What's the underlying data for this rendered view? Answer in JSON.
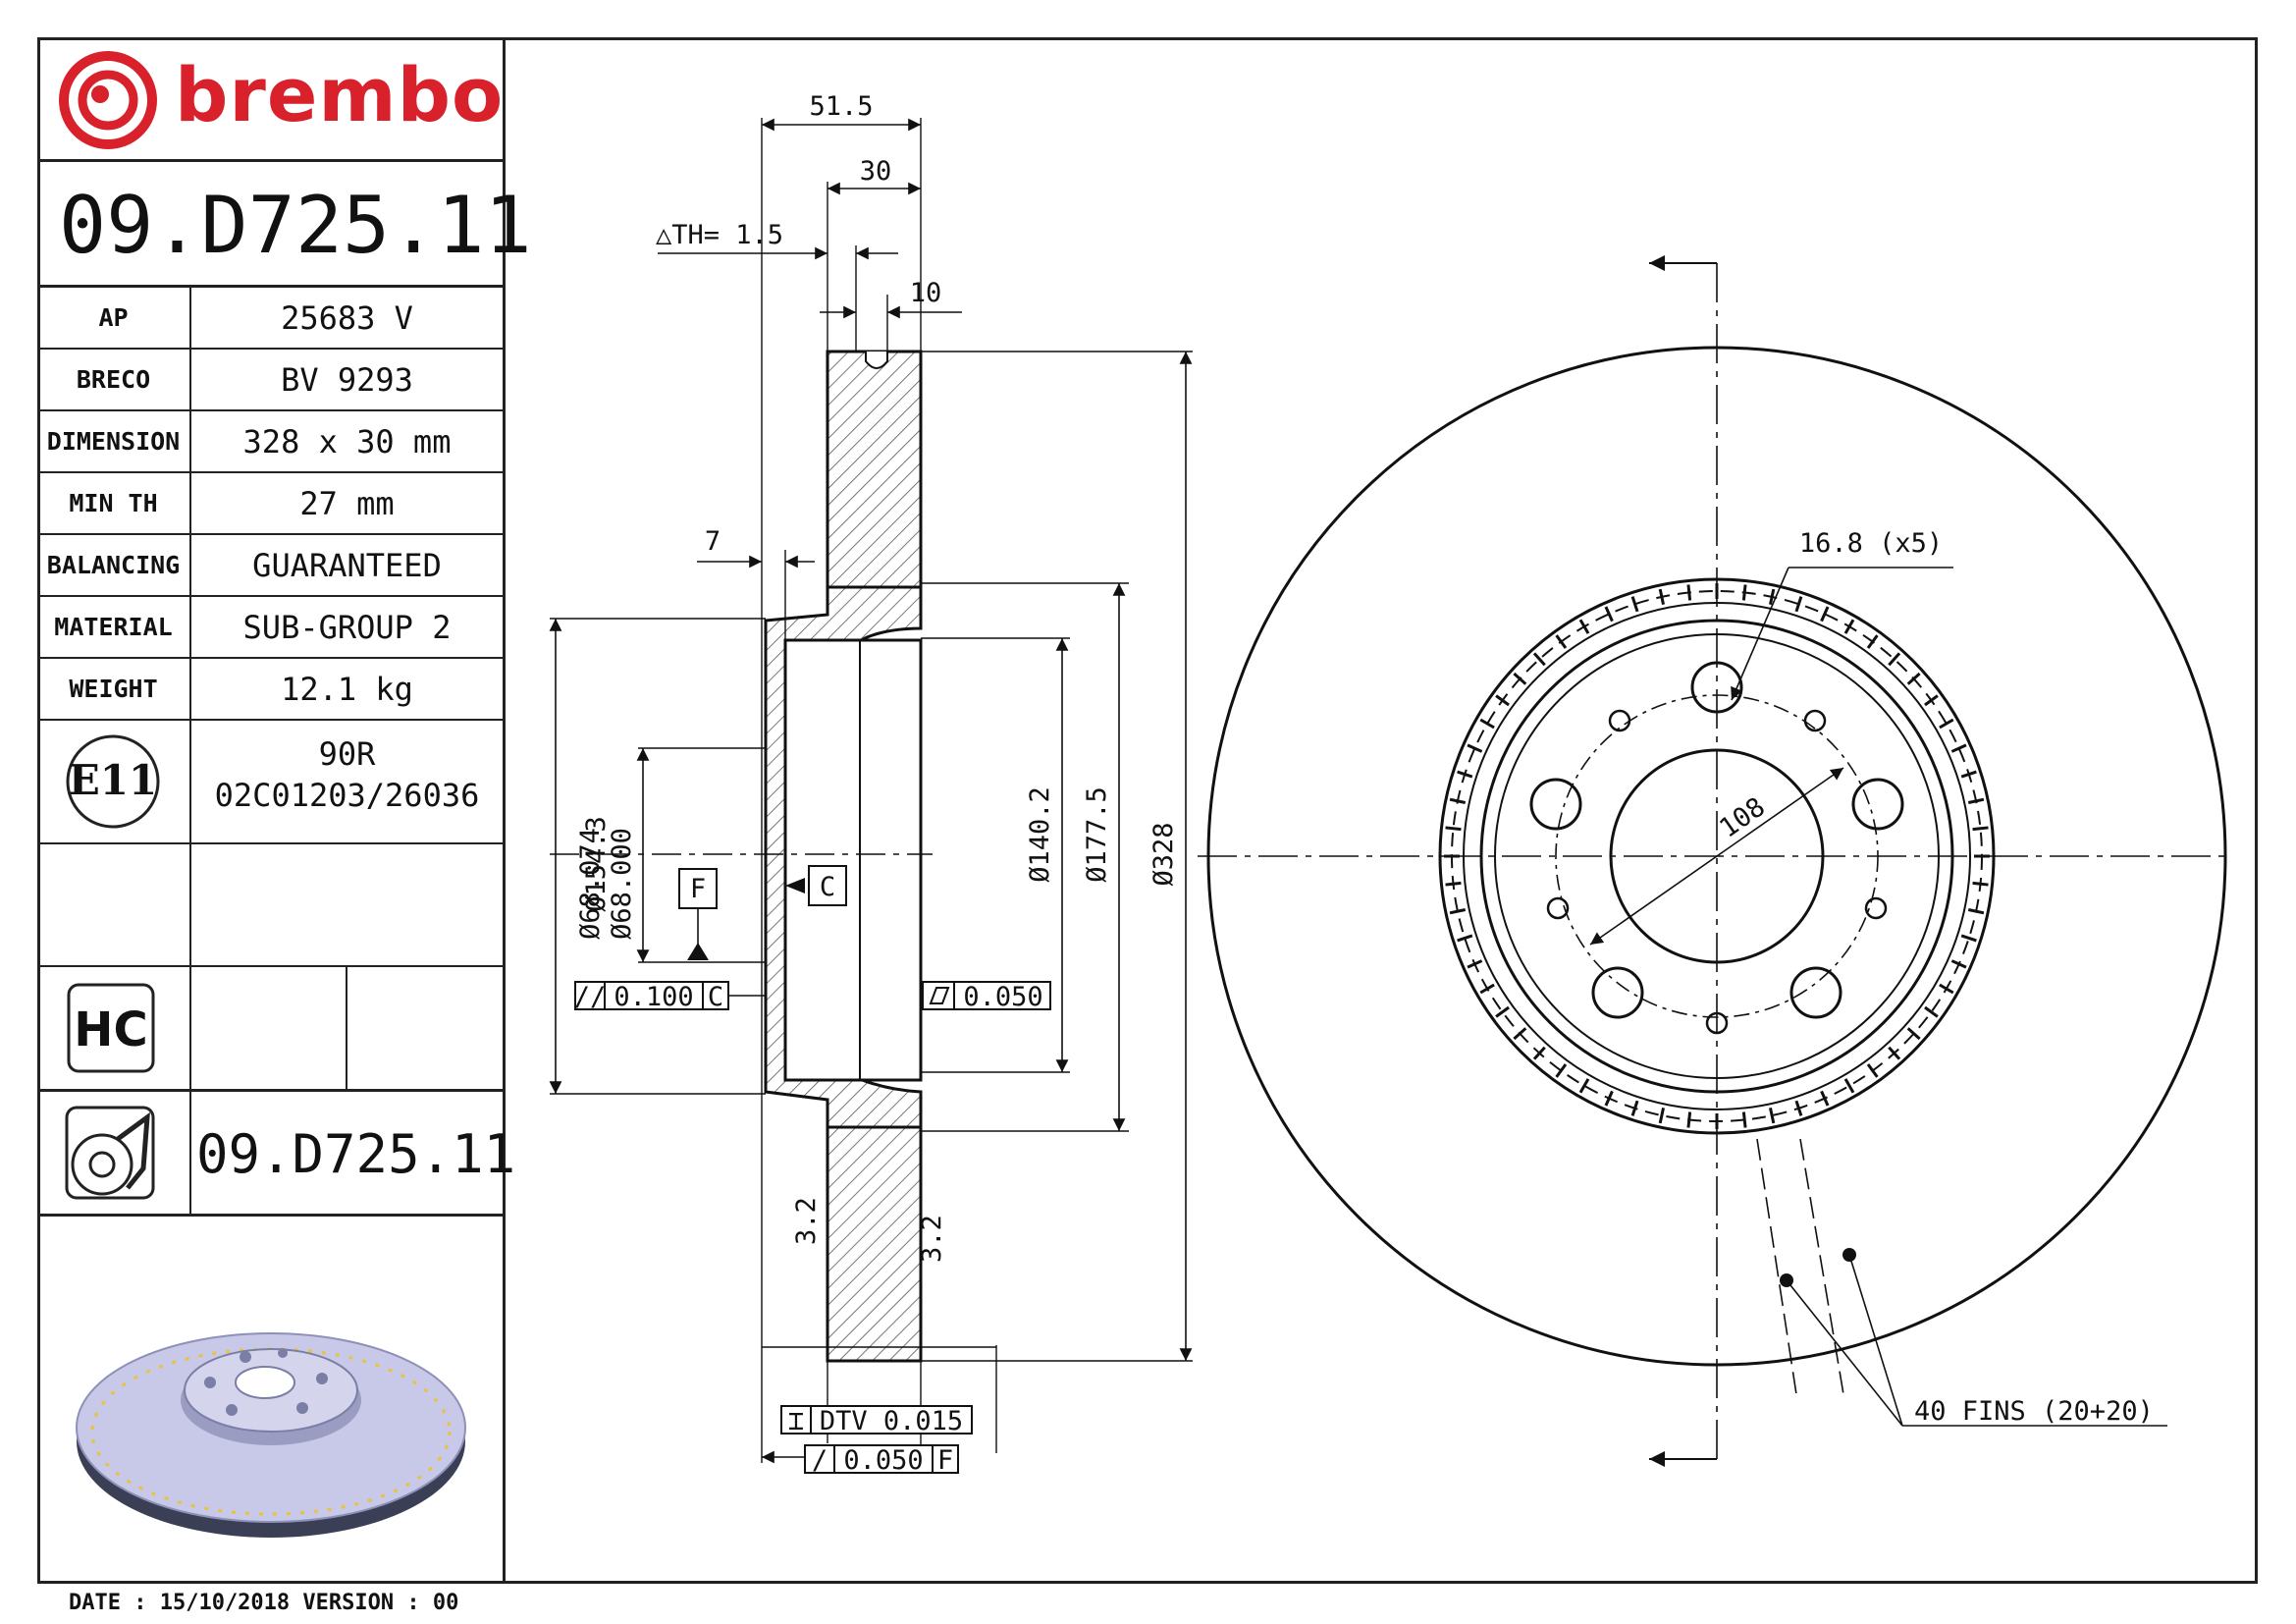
{
  "brand": {
    "name": "brembo",
    "color": "#d8212a"
  },
  "part_number": "09.D725.11",
  "specs": [
    {
      "label": "AP",
      "value": "25683 V"
    },
    {
      "label": "BRECO",
      "value": "BV 9293"
    },
    {
      "label": "DIMENSION",
      "value": "328 x 30 mm"
    },
    {
      "label": "MIN TH",
      "value": "27 mm"
    },
    {
      "label": "BALANCING",
      "value": "GUARANTEED"
    },
    {
      "label": "MATERIAL",
      "value": "SUB-GROUP 2"
    },
    {
      "label": "WEIGHT",
      "value": "12.1 kg"
    }
  ],
  "certification": {
    "badge": "E11",
    "line1": "90R",
    "line2": "02C01203/26036"
  },
  "hc_badge": "HC",
  "part_number_secondary": "09.D725.11",
  "footer": "DATE : 15/10/2018 VERSION : 00",
  "dimensions": {
    "total_height": "51.5",
    "thickness": "30",
    "delta_th": "△TH= 1.5",
    "fin": "10",
    "hat_wall": "7",
    "d_hub_small": "Ø68.074",
    "d_hub_small2": "Ø68.000",
    "d_hat": "Ø154.3",
    "d_140": "Ø140.2",
    "d_177": "Ø177.5",
    "d_328": "Ø328",
    "datum_f": "F",
    "datum_c": "C",
    "tol_parallel": "0.100",
    "tol_parallel_ref": "C",
    "tol_flat": "0.050",
    "dtv": "DTV 0.015",
    "runout": "0.050",
    "runout_ref": "F",
    "roughness_1": "3.2",
    "roughness_2": "3.2",
    "bolt_holes": "16.8 (x5)",
    "pcd": "108",
    "fins": "40 FINS (20+20)"
  }
}
